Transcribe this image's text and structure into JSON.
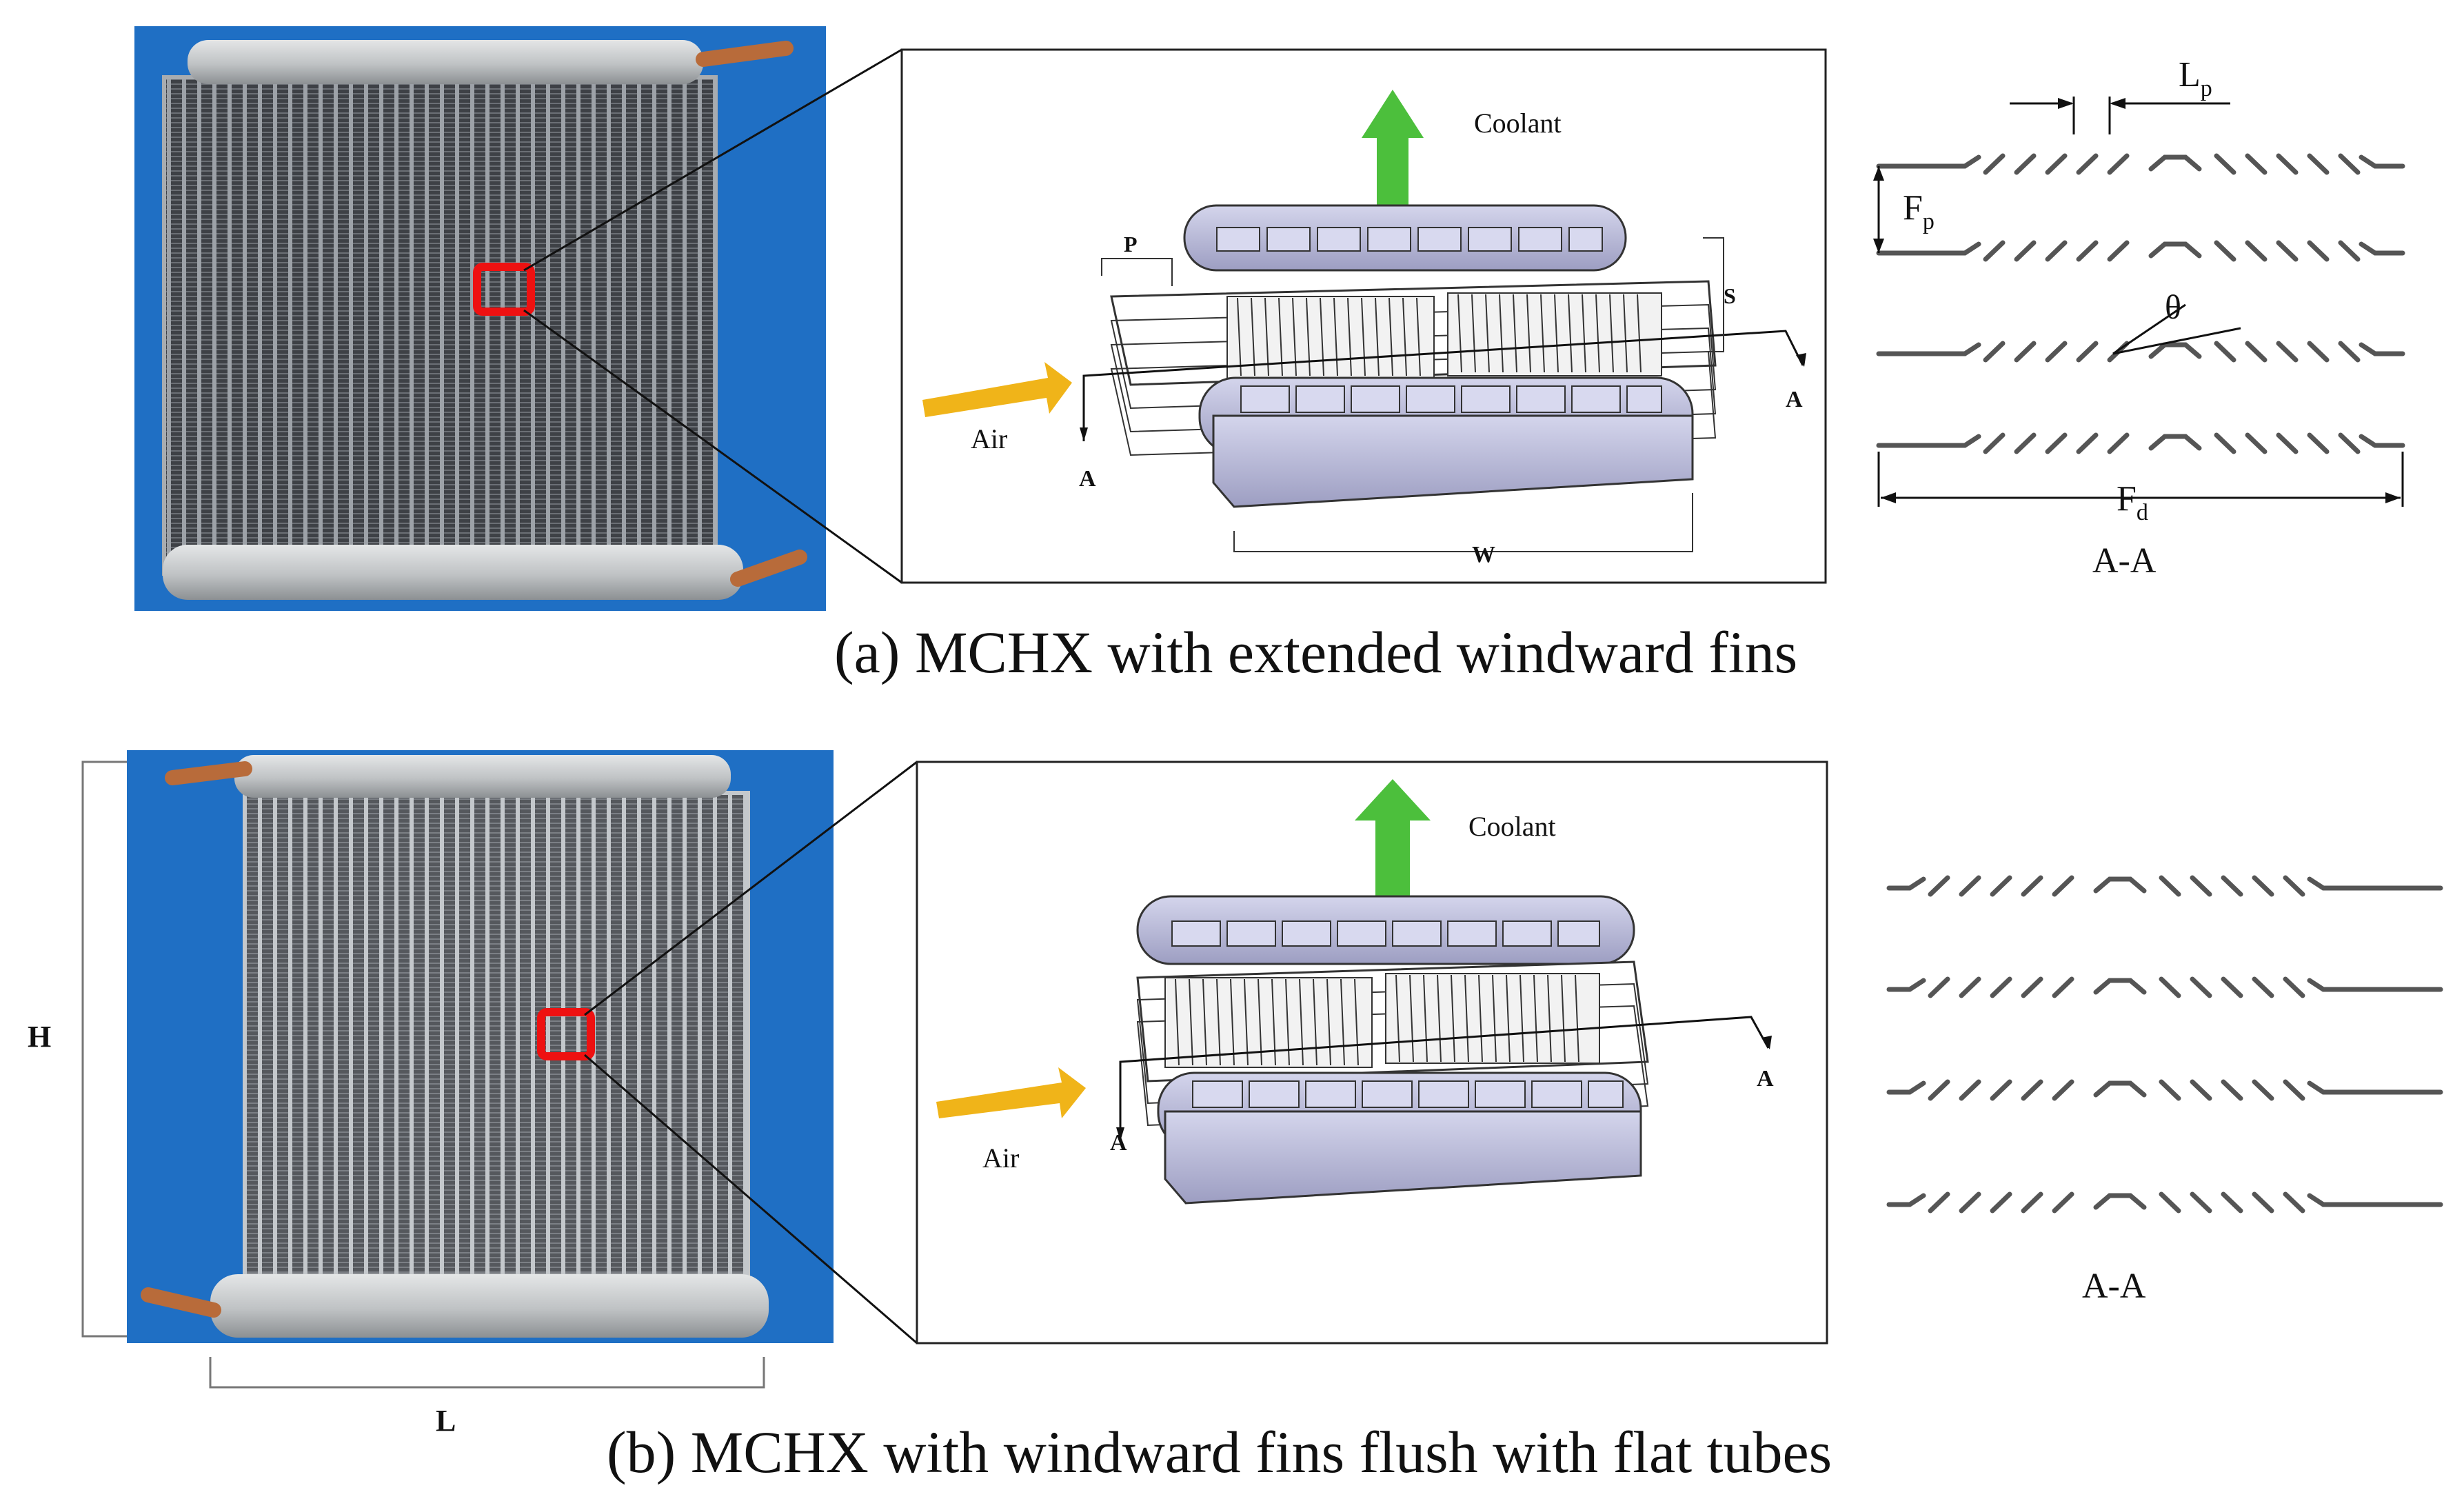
{
  "panel_a": {
    "caption": "(a) MCHX with extended windward fins",
    "labels": {
      "coolant": "Coolant",
      "air": "Air",
      "section_mark": "A",
      "pitch": "P",
      "spacing": "S",
      "width": "W",
      "louver_pitch_main": "L",
      "louver_pitch_sub": "p",
      "fin_pitch_main": "F",
      "fin_pitch_sub": "p",
      "angle": "θ",
      "fin_depth_main": "F",
      "fin_depth_sub": "d",
      "section_title": "A-A"
    }
  },
  "panel_b": {
    "caption": "(b) MCHX with windward fins flush with flat tubes",
    "labels": {
      "coolant": "Coolant",
      "air": "Air",
      "section_mark": "A",
      "height": "H",
      "length": "L",
      "section_title": "A-A"
    }
  },
  "colors": {
    "photo_background": "#1f6fc4",
    "fin_core": "#4a4d52",
    "header_tube": "#c6c8c9",
    "copper_pipe": "#b86b3a",
    "highlight_box": "#ee1111",
    "coolant_arrow": "#4cbf3c",
    "air_arrow": "#f0b419",
    "tube_fill": "#b9bad6"
  }
}
